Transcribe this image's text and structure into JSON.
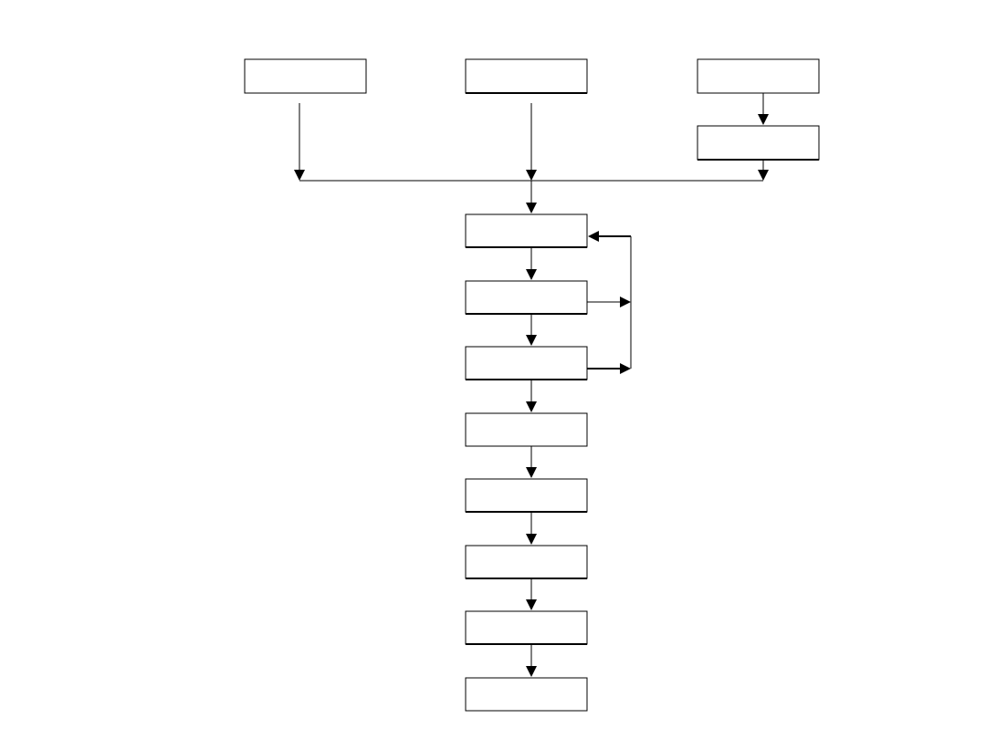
{
  "diagram": {
    "type": "flowchart",
    "nodes": [
      {
        "id": "top-left",
        "label": ""
      },
      {
        "id": "top-center",
        "label": ""
      },
      {
        "id": "top-right",
        "label": ""
      },
      {
        "id": "right-second",
        "label": ""
      },
      {
        "id": "step-1",
        "label": ""
      },
      {
        "id": "step-2",
        "label": ""
      },
      {
        "id": "step-3",
        "label": ""
      },
      {
        "id": "step-4",
        "label": ""
      },
      {
        "id": "step-5",
        "label": ""
      },
      {
        "id": "step-6",
        "label": ""
      },
      {
        "id": "step-7",
        "label": ""
      },
      {
        "id": "step-8",
        "label": ""
      }
    ],
    "edges": [
      {
        "from": "top-left",
        "to": "step-1"
      },
      {
        "from": "top-center",
        "to": "step-1"
      },
      {
        "from": "top-right",
        "to": "right-second"
      },
      {
        "from": "right-second",
        "to": "step-1"
      },
      {
        "from": "step-1",
        "to": "step-2"
      },
      {
        "from": "step-2",
        "to": "step-3"
      },
      {
        "from": "step-2",
        "to": "step-1"
      },
      {
        "from": "step-3",
        "to": "step-1"
      },
      {
        "from": "step-3",
        "to": "step-4"
      },
      {
        "from": "step-4",
        "to": "step-5"
      },
      {
        "from": "step-5",
        "to": "step-6"
      },
      {
        "from": "step-6",
        "to": "step-7"
      },
      {
        "from": "step-7",
        "to": "step-8"
      }
    ]
  }
}
